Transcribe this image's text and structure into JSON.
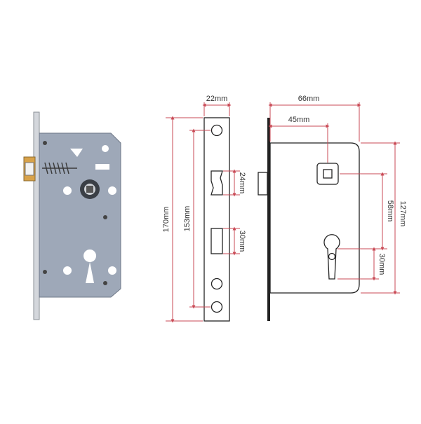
{
  "colors": {
    "dimension_line": "#c94a55",
    "dimension_text": "#333333",
    "outline": "#222222",
    "plate_steel": "#9aa4b4",
    "faceplate": "#c8cbd0"
  },
  "dimensions": {
    "faceplate_width": "22mm",
    "backset": "66mm",
    "handle_offset": "45mm",
    "faceplate_height": "170mm",
    "screw_spacing": "153mm",
    "latch_height": "24mm",
    "deadbolt_height": "30mm",
    "center_distance": "58mm",
    "case_height": "127mm",
    "cylinder_height": "30mm"
  },
  "views": [
    {
      "id": "photo",
      "label": ""
    },
    {
      "id": "front",
      "label": ""
    },
    {
      "id": "side",
      "label": ""
    }
  ]
}
